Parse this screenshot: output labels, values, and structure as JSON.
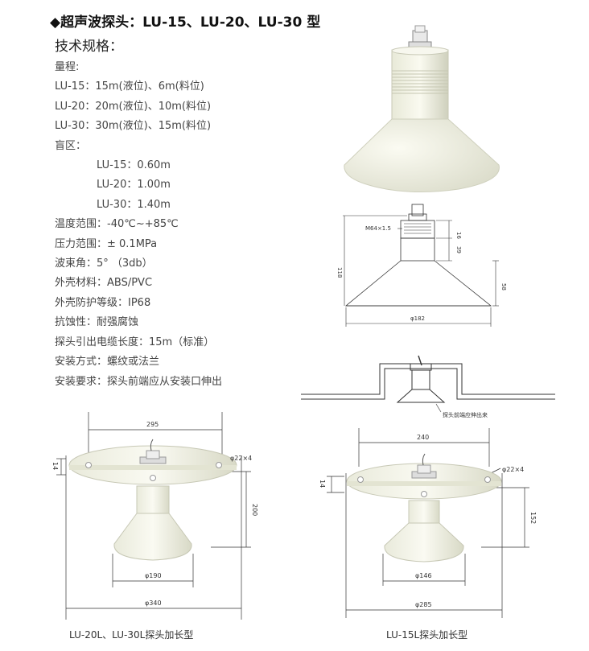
{
  "header": {
    "title": "◆超声波探头：LU-15、LU-20、LU-30 型",
    "subtitle": "技术规格："
  },
  "specs": [
    {
      "text": "量程:",
      "indent": false
    },
    {
      "text": "LU-15：15m(液位)、6m(料位)",
      "indent": false
    },
    {
      "text": "LU-20：20m(液位)、10m(料位)",
      "indent": false
    },
    {
      "text": "LU-30：30m(液位)、15m(料位)",
      "indent": false
    },
    {
      "text": "盲区：",
      "indent": false
    },
    {
      "text": "LU-15：0.60m",
      "indent": true
    },
    {
      "text": "LU-20：1.00m",
      "indent": true
    },
    {
      "text": "LU-30：1.40m",
      "indent": true
    },
    {
      "text": "温度范围：-40℃~+85℃",
      "indent": false
    },
    {
      "text": "压力范围：± 0.1MPa",
      "indent": false
    },
    {
      "text": "波束角：5° （3db）",
      "indent": false
    },
    {
      "text": "外壳材料：ABS/PVC",
      "indent": false
    },
    {
      "text": "外壳防护等级：IP68",
      "indent": false
    },
    {
      "text": "抗蚀性：耐强腐蚀",
      "indent": false
    },
    {
      "text": "探头引出电缆长度：15m（标准）",
      "indent": false
    },
    {
      "text": "安装方式：螺纹或法兰",
      "indent": false
    },
    {
      "text": "安装要求：探头前端应从安装口伸出",
      "indent": false
    }
  ],
  "drawing_side": {
    "thread": "M64×1.5",
    "dim_16": "16",
    "dim_39": "39",
    "dim_58": "58",
    "dim_118": "118",
    "dim_d182": "φ182"
  },
  "drawing_install": {
    "note": "探头前端应伸出来"
  },
  "drawing_left": {
    "dim_295": "295",
    "holes": "φ22×4",
    "dim_14": "14",
    "dim_200": "200",
    "dim_d190": "φ190",
    "dim_d340": "φ340",
    "caption": "LU-20L、LU-30L探头加长型"
  },
  "drawing_right": {
    "dim_240": "240",
    "holes": "φ22×4",
    "dim_14": "14",
    "dim_152": "152",
    "dim_d146": "φ146",
    "dim_d285": "φ285",
    "caption": "LU-15L探头加长型"
  },
  "colors": {
    "probe_body": "#f3f4e6",
    "line": "#333333"
  }
}
